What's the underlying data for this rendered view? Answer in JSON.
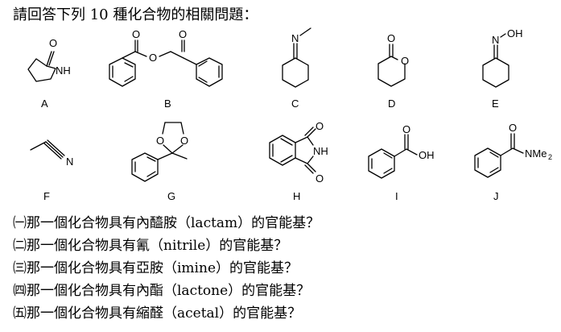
{
  "intro": "請回答下列 10 種化合物的相關問題：",
  "compounds": [
    {
      "label": "A",
      "atom_labels": [
        "O",
        "NH"
      ]
    },
    {
      "label": "B",
      "atom_labels": [
        "O",
        "O",
        "O"
      ]
    },
    {
      "label": "C",
      "atom_labels": [
        "N"
      ]
    },
    {
      "label": "D",
      "atom_labels": [
        "O",
        "O"
      ]
    },
    {
      "label": "E",
      "atom_labels": [
        "N",
        "OH"
      ]
    },
    {
      "label": "F",
      "atom_labels": [
        "N"
      ]
    },
    {
      "label": "G",
      "atom_labels": [
        "O",
        "O"
      ]
    },
    {
      "label": "H",
      "atom_labels": [
        "O",
        "NH",
        "O"
      ]
    },
    {
      "label": "I",
      "atom_labels": [
        "O",
        "OH"
      ]
    },
    {
      "label": "J",
      "atom_labels": [
        "O",
        "NMe",
        "2"
      ]
    }
  ],
  "questions": [
    "㈠那一個化合物具有內醯胺（lactam）的官能基？",
    "㈡那一個化合物具有氰（nitrile）的官能基？",
    "㈢那一個化合物具有亞胺（imine）的官能基？",
    "㈣那一個化合物具有內酯（lactone）的官能基？",
    "㈤那一個化合物具有縮醛（acetal）的官能基？"
  ]
}
